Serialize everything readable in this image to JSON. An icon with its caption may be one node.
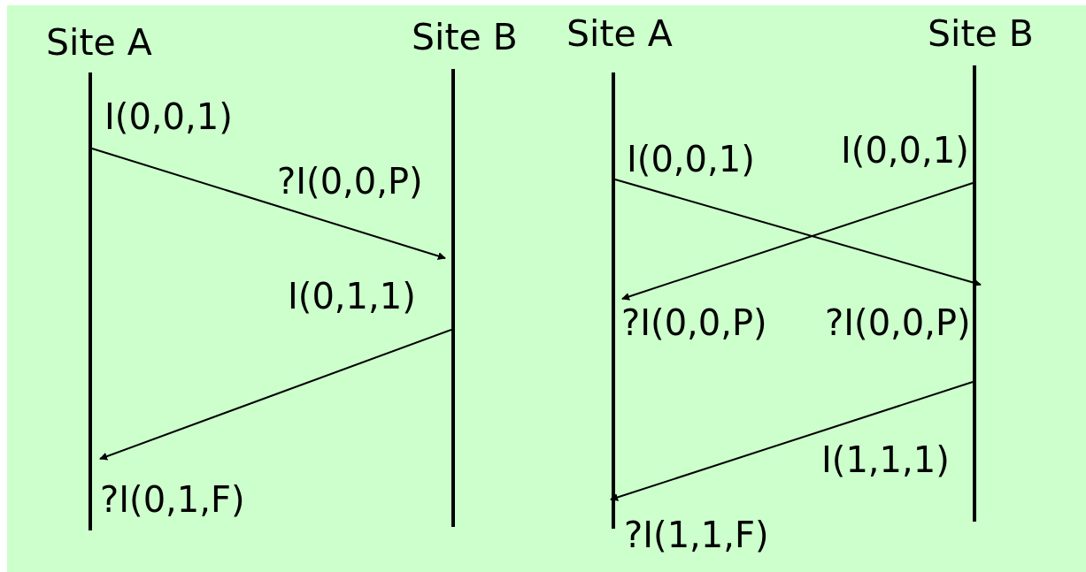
{
  "diagram": {
    "nodes": [
      {
        "text": [
          "Site A"
        ]
      },
      {
        "text": [
          "Site B"
        ]
      },
      {
        "text": [
          "Site A"
        ]
      },
      {
        "text": [
          "Site B"
        ]
      }
    ],
    "edges": [
      {
        "from": 0,
        "to": 1,
        "arrow": "to"
      },
      {
        "from": 1,
        "to": 0,
        "arrow": "to"
      },
      {
        "from": 2,
        "to": 3,
        "arrow": "to"
      },
      {
        "from": 3,
        "to": 2,
        "arrow": "to"
      },
      {
        "from": 3,
        "to": 2,
        "arrow": "to"
      }
    ],
    "labels": [
      "I(0,0,1)",
      "?I(0,0,P)",
      "I(0,1,1)",
      "?I(0,1,F)",
      "I(0,0,1)",
      "I(0,0,1)",
      "?I(0,0,P)",
      "?I(0,0,P)",
      "I(1,1,1)",
      "?I(1,1,F)"
    ]
  }
}
